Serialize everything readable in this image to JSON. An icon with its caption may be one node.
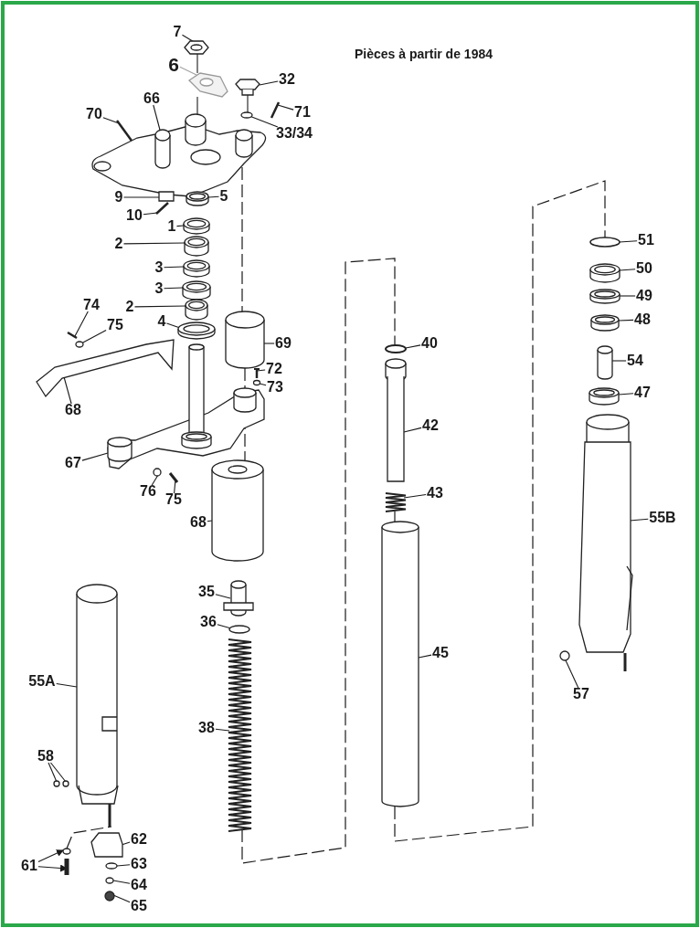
{
  "diagram": {
    "title": "Pièces à partir de 1984",
    "nodes": [
      {
        "text": [
          "7"
        ]
      },
      {
        "text": [
          "6"
        ]
      },
      {
        "text": [
          "32"
        ]
      },
      {
        "text": [
          "66"
        ]
      },
      {
        "text": [
          "70"
        ]
      },
      {
        "text": [
          "71"
        ]
      },
      {
        "text": [
          "33/34"
        ]
      },
      {
        "text": [
          "9"
        ]
      },
      {
        "text": [
          "5"
        ]
      },
      {
        "text": [
          "10"
        ]
      },
      {
        "text": [
          "1"
        ]
      },
      {
        "text": [
          "2"
        ]
      },
      {
        "text": [
          "3"
        ]
      },
      {
        "text": [
          "3"
        ]
      },
      {
        "text": [
          "2"
        ]
      },
      {
        "text": [
          "74"
        ]
      },
      {
        "text": [
          "75"
        ]
      },
      {
        "text": [
          "4"
        ]
      },
      {
        "text": [
          "69"
        ]
      },
      {
        "text": [
          "40"
        ]
      },
      {
        "text": [
          "72"
        ]
      },
      {
        "text": [
          "73"
        ]
      },
      {
        "text": [
          "68"
        ]
      },
      {
        "text": [
          "42"
        ]
      },
      {
        "text": [
          "67"
        ]
      },
      {
        "text": [
          "76"
        ]
      },
      {
        "text": [
          "75"
        ]
      },
      {
        "text": [
          "43"
        ]
      },
      {
        "text": [
          "68"
        ]
      },
      {
        "text": [
          "55B"
        ]
      },
      {
        "text": [
          "35"
        ]
      },
      {
        "text": [
          "36"
        ]
      },
      {
        "text": [
          "55A"
        ]
      },
      {
        "text": [
          "45"
        ]
      },
      {
        "text": [
          "57"
        ]
      },
      {
        "text": [
          "38"
        ]
      },
      {
        "text": [
          "58"
        ]
      },
      {
        "text": [
          "62"
        ]
      },
      {
        "text": [
          "63"
        ]
      },
      {
        "text": [
          "61"
        ]
      },
      {
        "text": [
          "64"
        ]
      },
      {
        "text": [
          "65"
        ]
      },
      {
        "text": [
          "51"
        ]
      },
      {
        "text": [
          "50"
        ]
      },
      {
        "text": [
          "49"
        ]
      },
      {
        "text": [
          "48"
        ]
      },
      {
        "text": [
          "54"
        ]
      },
      {
        "text": [
          "47"
        ]
      },
      {
        "text": [],
        "shape": "nut"
      },
      {
        "text": [],
        "shape": "gasket"
      },
      {
        "text": [],
        "shape": "bolt"
      },
      {
        "text": [],
        "shape": "bracket"
      },
      {
        "text": [],
        "shape": "screw"
      },
      {
        "text": [],
        "shape": "screw"
      },
      {
        "text": [],
        "shape": "washer"
      },
      {
        "text": [],
        "shape": "block"
      },
      {
        "text": [],
        "shape": "nut"
      },
      {
        "text": [],
        "shape": "screw"
      },
      {
        "text": [],
        "shape": "ring"
      },
      {
        "text": [],
        "shape": "bearing"
      },
      {
        "text": [],
        "shape": "ring"
      },
      {
        "text": [],
        "shape": "ring"
      },
      {
        "text": [],
        "shape": "bearing"
      },
      {
        "text": [],
        "shape": "screw"
      },
      {
        "text": [],
        "shape": "nut"
      },
      {
        "text": [],
        "shape": "washer"
      },
      {
        "text": [],
        "shape": "cylinder"
      },
      {
        "text": [],
        "shape": "ring"
      },
      {
        "text": [],
        "shape": "screw"
      },
      {
        "text": [],
        "shape": "washer"
      },
      {
        "text": [],
        "shape": "cover"
      },
      {
        "text": [],
        "shape": "tube"
      },
      {
        "text": [],
        "shape": "bracket"
      },
      {
        "text": [],
        "shape": "nut"
      },
      {
        "text": [],
        "shape": "bolt"
      },
      {
        "text": [],
        "shape": "spring"
      },
      {
        "text": [],
        "shape": "cylinder"
      },
      {
        "text": [],
        "shape": "slider"
      },
      {
        "text": [],
        "shape": "plug"
      },
      {
        "text": [],
        "shape": "washer"
      },
      {
        "text": [],
        "shape": "slider"
      },
      {
        "text": [],
        "shape": "tube"
      },
      {
        "text": [],
        "shape": "nut"
      },
      {
        "text": [],
        "shape": "spring"
      },
      {
        "text": [],
        "shape": "screw"
      },
      {
        "text": [],
        "shape": "washer"
      },
      {
        "text": [],
        "shape": "clamp"
      },
      {
        "text": [],
        "shape": "washer"
      },
      {
        "text": [],
        "shape": "washer"
      },
      {
        "text": [],
        "shape": "bolt"
      },
      {
        "text": [],
        "shape": "washer"
      },
      {
        "text": [],
        "shape": "nut"
      },
      {
        "text": [],
        "shape": "ring"
      },
      {
        "text": [],
        "shape": "ring"
      },
      {
        "text": [],
        "shape": "ring"
      },
      {
        "text": [],
        "shape": "ring"
      },
      {
        "text": [],
        "shape": "cylinder"
      },
      {
        "text": [],
        "shape": "ring"
      }
    ],
    "edges": [
      {
        "from": 0,
        "to": 48,
        "arrow": "none"
      },
      {
        "from": 1,
        "to": 49,
        "arrow": "none",
        "color": "#a0a0a0"
      },
      {
        "from": 2,
        "to": 50,
        "arrow": "none"
      },
      {
        "from": 3,
        "to": 51,
        "arrow": "none"
      },
      {
        "from": 4,
        "to": 52,
        "arrow": "none"
      },
      {
        "from": 5,
        "to": 53,
        "arrow": "none"
      },
      {
        "from": 6,
        "to": 54,
        "arrow": "none"
      },
      {
        "from": 7,
        "to": 55,
        "arrow": "none"
      },
      {
        "from": 8,
        "to": 56,
        "arrow": "none"
      },
      {
        "from": 9,
        "to": 57,
        "arrow": "none"
      },
      {
        "from": 10,
        "to": 58,
        "arrow": "none"
      },
      {
        "from": 11,
        "to": 59,
        "arrow": "none"
      },
      {
        "from": 12,
        "to": 60,
        "arrow": "none"
      },
      {
        "from": 13,
        "to": 61,
        "arrow": "none"
      },
      {
        "from": 14,
        "to": 62,
        "arrow": "none"
      },
      {
        "from": 15,
        "to": 63,
        "arrow": "none"
      },
      {
        "from": 16,
        "to": 64,
        "arrow": "none"
      },
      {
        "from": 17,
        "to": 65,
        "arrow": "none"
      },
      {
        "from": 18,
        "to": 66,
        "arrow": "none"
      },
      {
        "from": 19,
        "to": 67,
        "arrow": "none"
      },
      {
        "from": 20,
        "to": 68,
        "arrow": "none"
      },
      {
        "from": 21,
        "to": 69,
        "arrow": "none"
      },
      {
        "from": 22,
        "to": 70,
        "arrow": "none"
      },
      {
        "from": 23,
        "to": 71,
        "arrow": "none"
      },
      {
        "from": 24,
        "to": 72,
        "arrow": "none"
      },
      {
        "from": 25,
        "to": 73,
        "arrow": "none"
      },
      {
        "from": 26,
        "to": 74,
        "arrow": "none"
      },
      {
        "from": 27,
        "to": 75,
        "arrow": "none"
      },
      {
        "from": 28,
        "to": 76,
        "arrow": "none"
      },
      {
        "from": 29,
        "to": 77,
        "arrow": "none"
      },
      {
        "from": 30,
        "to": 78,
        "arrow": "none"
      },
      {
        "from": 31,
        "to": 79,
        "arrow": "none"
      },
      {
        "from": 32,
        "to": 80,
        "arrow": "none"
      },
      {
        "from": 33,
        "to": 81,
        "arrow": "none"
      },
      {
        "from": 34,
        "to": 82,
        "arrow": "none"
      },
      {
        "from": 35,
        "to": 83,
        "arrow": "none"
      },
      {
        "from": 36,
        "to": 84,
        "arrow": "none"
      },
      {
        "from": 36,
        "to": 85,
        "arrow": "none"
      },
      {
        "from": 37,
        "to": 86,
        "arrow": "none"
      },
      {
        "from": 38,
        "to": 87,
        "arrow": "none"
      },
      {
        "from": 39,
        "to": 88,
        "arrow": "to"
      },
      {
        "from": 39,
        "to": 89,
        "arrow": "to"
      },
      {
        "from": 40,
        "to": 90,
        "arrow": "none"
      },
      {
        "from": 41,
        "to": 91,
        "arrow": "none"
      },
      {
        "from": 42,
        "to": 92,
        "arrow": "none"
      },
      {
        "from": 43,
        "to": 93,
        "arrow": "none"
      },
      {
        "from": 44,
        "to": 94,
        "arrow": "none"
      },
      {
        "from": 45,
        "to": 95,
        "arrow": "none"
      },
      {
        "from": 46,
        "to": 96,
        "arrow": "none"
      },
      {
        "from": 47,
        "to": 97,
        "arrow": "none"
      },
      {
        "from": 48,
        "to": 49,
        "arrow": "none"
      },
      {
        "from": 49,
        "to": 51,
        "arrow": "none"
      },
      {
        "from": 50,
        "to": 54,
        "arrow": "none"
      },
      {
        "from": 51,
        "to": 66,
        "arrow": "none",
        "style": "dashed"
      },
      {
        "from": 66,
        "to": 72,
        "arrow": "none",
        "style": "dashed"
      },
      {
        "from": 83,
        "to": 67,
        "arrow": "none",
        "style": "dashed"
      },
      {
        "from": 75,
        "to": 81,
        "arrow": "none",
        "style": "dashed"
      },
      {
        "from": 81,
        "to": 92,
        "arrow": "none",
        "style": "dashed"
      },
      {
        "from": 88,
        "to": 80,
        "arrow": "none",
        "style": "dashed"
      },
      {
        "from": 72,
        "to": 76,
        "arrow": "none",
        "style": "dashed"
      }
    ]
  }
}
